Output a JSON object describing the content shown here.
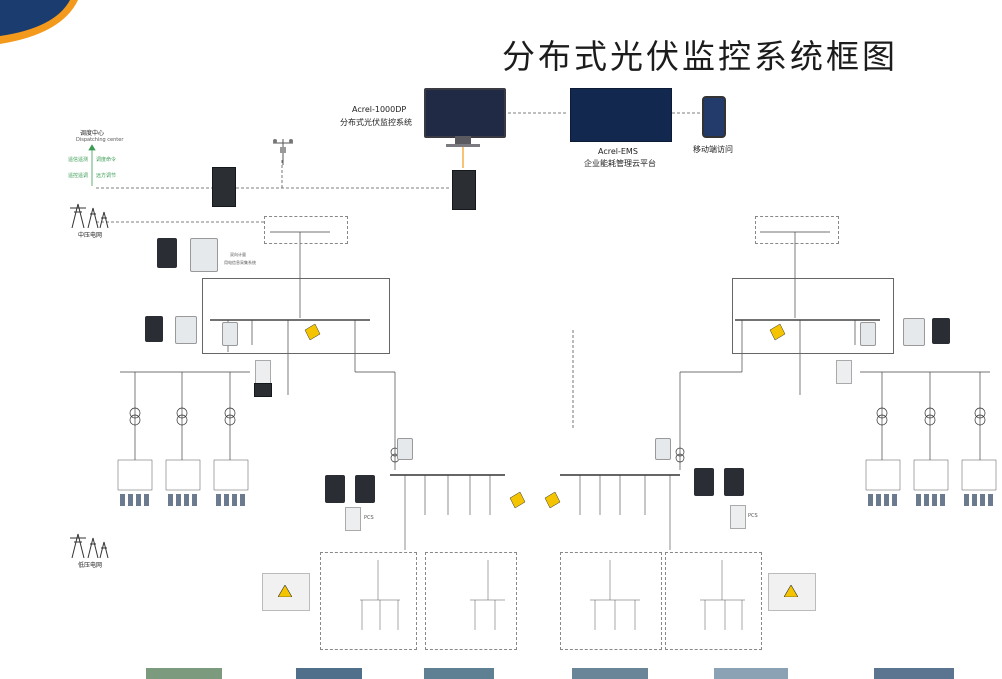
{
  "title": "分布式光伏监控系统框图",
  "top": {
    "scada_line1": "Acrel-1000DP",
    "scada_line2": "分布式光伏监控系统",
    "ems_line1": "Acrel-EMS",
    "ems_line2": "企业能耗管理云平台",
    "mobile": "移动端访问"
  },
  "dispatch": {
    "title": "调度中心",
    "subtitle": "Dispatching center",
    "items": [
      "遥信遥测",
      "调度命令",
      "遥控遥调",
      "远方调节"
    ]
  },
  "grids": {
    "mv": "中压电网",
    "lv": "低压电网"
  },
  "metering": {
    "line1": "双向计量",
    "line2": "用电信息采集系统"
  },
  "pcs": "PCS",
  "colors": {
    "accent_orange": "#f39a1d",
    "accent_navy": "#1b3c6e",
    "green_label": "#3b9c54",
    "screen_blue": "#202a44"
  }
}
